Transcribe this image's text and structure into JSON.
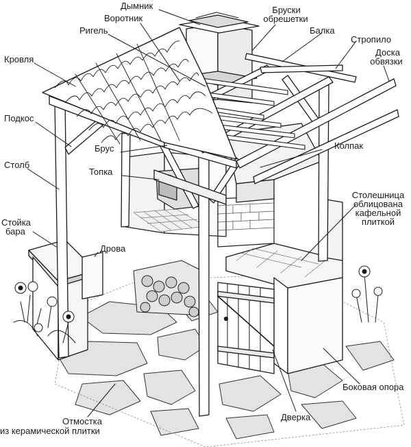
{
  "labels": {
    "dymnik": "Дымник",
    "vorotnik": "Воротник",
    "rigel": "Ригель",
    "bruski_1": "Бруски",
    "bruski_2": "обрешетки",
    "balka": "Балка",
    "stropilo": "Стропило",
    "doska_1": "Доска",
    "doska_2": "обвязки",
    "krovlya": "Кровля",
    "podkos": "Подкос",
    "brus": "Брус",
    "topka": "Топка",
    "kolpak": "Колпак",
    "stolb": "Столб",
    "stoleshnitsa_1": "Столешница",
    "stoleshnitsa_2": "облицована",
    "stoleshnitsa_3": "кафельной",
    "stoleshnitsa_4": "плиткой",
    "stoyka_1": "Стойка",
    "stoyka_2": "бара",
    "drova": "Дрова",
    "bokovaya_opora": "Боковая опора",
    "dverka": "Дверка",
    "otmostka_1": "Отмостка",
    "otmostka_2": "из керамической плитки"
  },
  "colors": {
    "ink": "#1a1a1a",
    "paper": "#ffffff",
    "shade": "#d9d9d9",
    "light_shade": "#eeeeee"
  }
}
